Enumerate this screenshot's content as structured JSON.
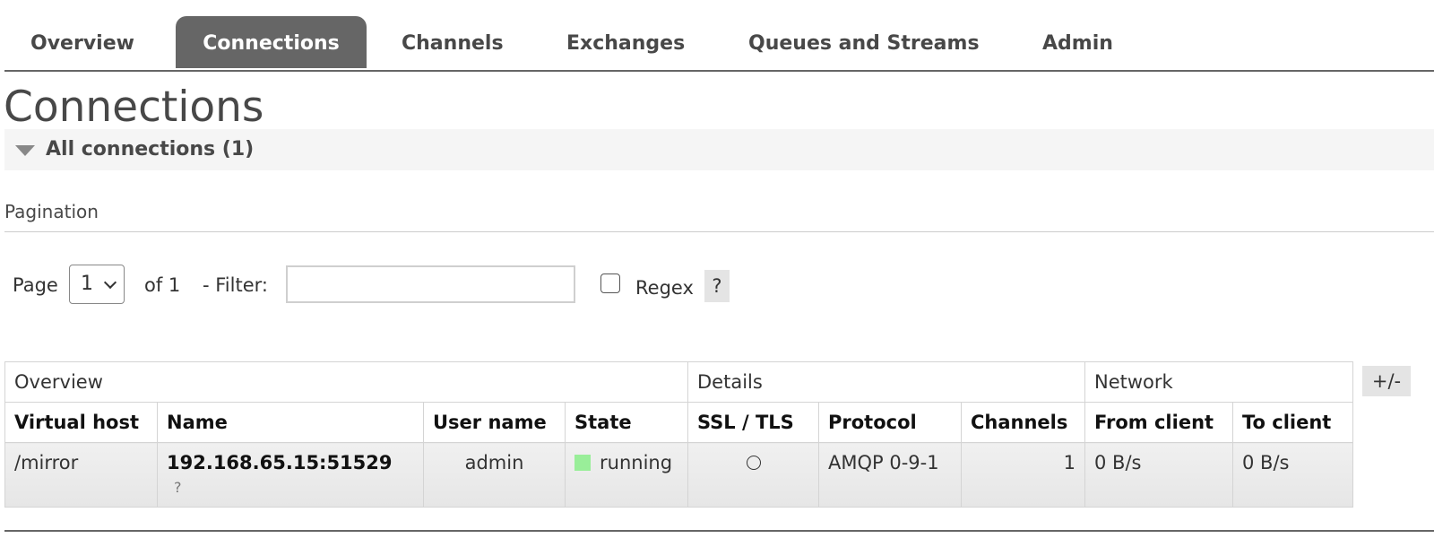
{
  "tabs": [
    {
      "label": "Overview",
      "active": false
    },
    {
      "label": "Connections",
      "active": true
    },
    {
      "label": "Channels",
      "active": false
    },
    {
      "label": "Exchanges",
      "active": false
    },
    {
      "label": "Queues and Streams",
      "active": false
    },
    {
      "label": "Admin",
      "active": false
    }
  ],
  "page_title": "Connections",
  "section": {
    "title": "All connections (1)",
    "icon": "triangle-down-icon"
  },
  "pagination": {
    "label": "Pagination",
    "page_label": "Page",
    "page_value": "1",
    "of_label": "of 1",
    "filter_label": "- Filter:",
    "filter_value": "",
    "regex_label": "Regex",
    "regex_checked": false,
    "help_label": "?"
  },
  "table": {
    "groups": [
      "Overview",
      "Details",
      "Network"
    ],
    "columns": [
      "Virtual host",
      "Name",
      "User name",
      "State",
      "SSL / TLS",
      "Protocol",
      "Channels",
      "From client",
      "To client"
    ],
    "rows": [
      {
        "virtual_host": "/mirror",
        "name": "192.168.65.15:51529",
        "name_sub": "?",
        "user": "admin",
        "state": "running",
        "state_color": "#99ee99",
        "ssl_icon": "circle-outline-icon",
        "protocol": "AMQP 0-9-1",
        "channels": "1",
        "from_client": "0 B/s",
        "to_client": "0 B/s"
      }
    ],
    "toggle_label": "+/-"
  },
  "colors": {
    "active_tab": "#666666",
    "state_running": "#99ee99"
  }
}
